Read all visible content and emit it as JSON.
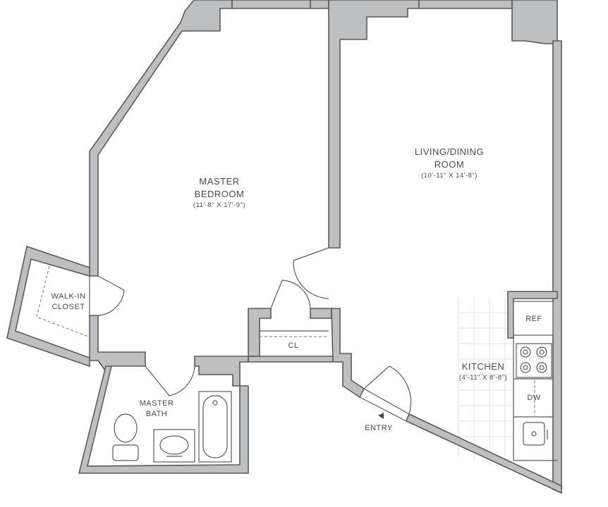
{
  "rooms": {
    "living": {
      "name_line1": "LIVING/DINING",
      "name_line2": "ROOM",
      "dimensions": "(10'-11\" X 14'-8\")"
    },
    "bedroom": {
      "name_line1": "MASTER",
      "name_line2": "BEDROOM",
      "dimensions": "(11'-8\" X 17'-9\")"
    },
    "closet": {
      "name_line1": "WALK-IN",
      "name_line2": "CLOSET"
    },
    "bath": {
      "name_line1": "MASTER",
      "name_line2": "BATH"
    },
    "kitchen": {
      "name": "KITCHEN",
      "dimensions": "(4'-11\" X 8'-8\")"
    },
    "cl": {
      "name": "CL"
    }
  },
  "appliances": {
    "ref": "REF",
    "dw": "DW"
  },
  "entry": {
    "label": "ENTRY"
  },
  "colors": {
    "wall_fill": "#bdbfc1",
    "wall_stroke": "#5a5a5a",
    "background": "#ffffff",
    "text": "#4a4a4a"
  }
}
